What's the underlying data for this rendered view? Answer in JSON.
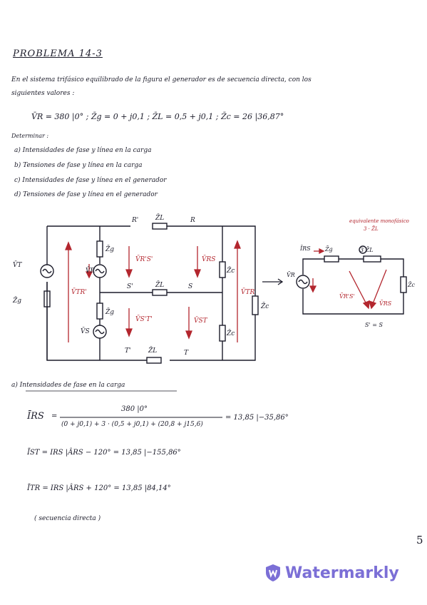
{
  "title": "PROBLEMA 14-3",
  "intro": {
    "line1": "En el sistema trifásico equilibrado de la figura el generador es de secuencia directa, con los",
    "line2": "siguientes valores :"
  },
  "given_values": "V̄R = 380 |0°  ;  Z̄g = 0 + j0,1  ;  Z̄L = 0,5 + j0,1  ;  Z̄c = 26 |36,87°",
  "determine": {
    "heading": "Determinar :",
    "items": [
      "a)  Intensidades de fase y línea en la carga",
      "b)  Tensiones de fase y línea en la carga",
      "c)  Intensidades de fase y línea en el generador",
      "d)  Tensiones de fase y línea en el generador"
    ]
  },
  "circuit_labels": {
    "R_prime": "R'",
    "R": "R",
    "S_prime": "S'",
    "S": "S",
    "T_prime": "T'",
    "T": "T",
    "ZL": "Z̄L",
    "Zg": "Z̄g",
    "Zc": "Z̄c",
    "VT": "V̄T",
    "VR": "V̄R",
    "VS": "V̄S",
    "VRS_prime": "V̄R'S'",
    "VRS": "V̄RS",
    "VST_prime": "V̄S'T'",
    "VST": "V̄ST",
    "VTR_prime": "V̄TR'",
    "VTR": "V̄TR"
  },
  "monophase": {
    "note": "equivalente monofásico",
    "ratio": "3 · Z̄L",
    "IRS": "ĪRS",
    "Zg": "Z̄g",
    "ZL": "3 Z̄L",
    "VR": "V̄R",
    "Zc": "Z̄c",
    "VRS_prime": "V̄R'S'",
    "VRS": "V̄RS",
    "node": "S' = S"
  },
  "section_a": {
    "heading": "a)  Intensidades de fase en la carga",
    "eq1_lhs": "ĪRS",
    "eq1_num": "380 |0°",
    "eq1_den": "(0 + j0,1) + 3 · (0,5 + j0,1) + (20,8 + j15,6)",
    "eq1_result": "= 13,85 |−35,86°",
    "eq2": "ĪST = IRS |ÂRS − 120°  =  13,85 |−155,86°",
    "eq3": "ĪTR = IRS |ÂRS + 120°  =  13,85 |84,14°",
    "note": "( secuencia directa )"
  },
  "page_number": "5",
  "watermark": "Watermarkly",
  "colors": {
    "ink": "#1c1c2a",
    "red": "#b3262e",
    "watermark": "#7b6fd6"
  }
}
